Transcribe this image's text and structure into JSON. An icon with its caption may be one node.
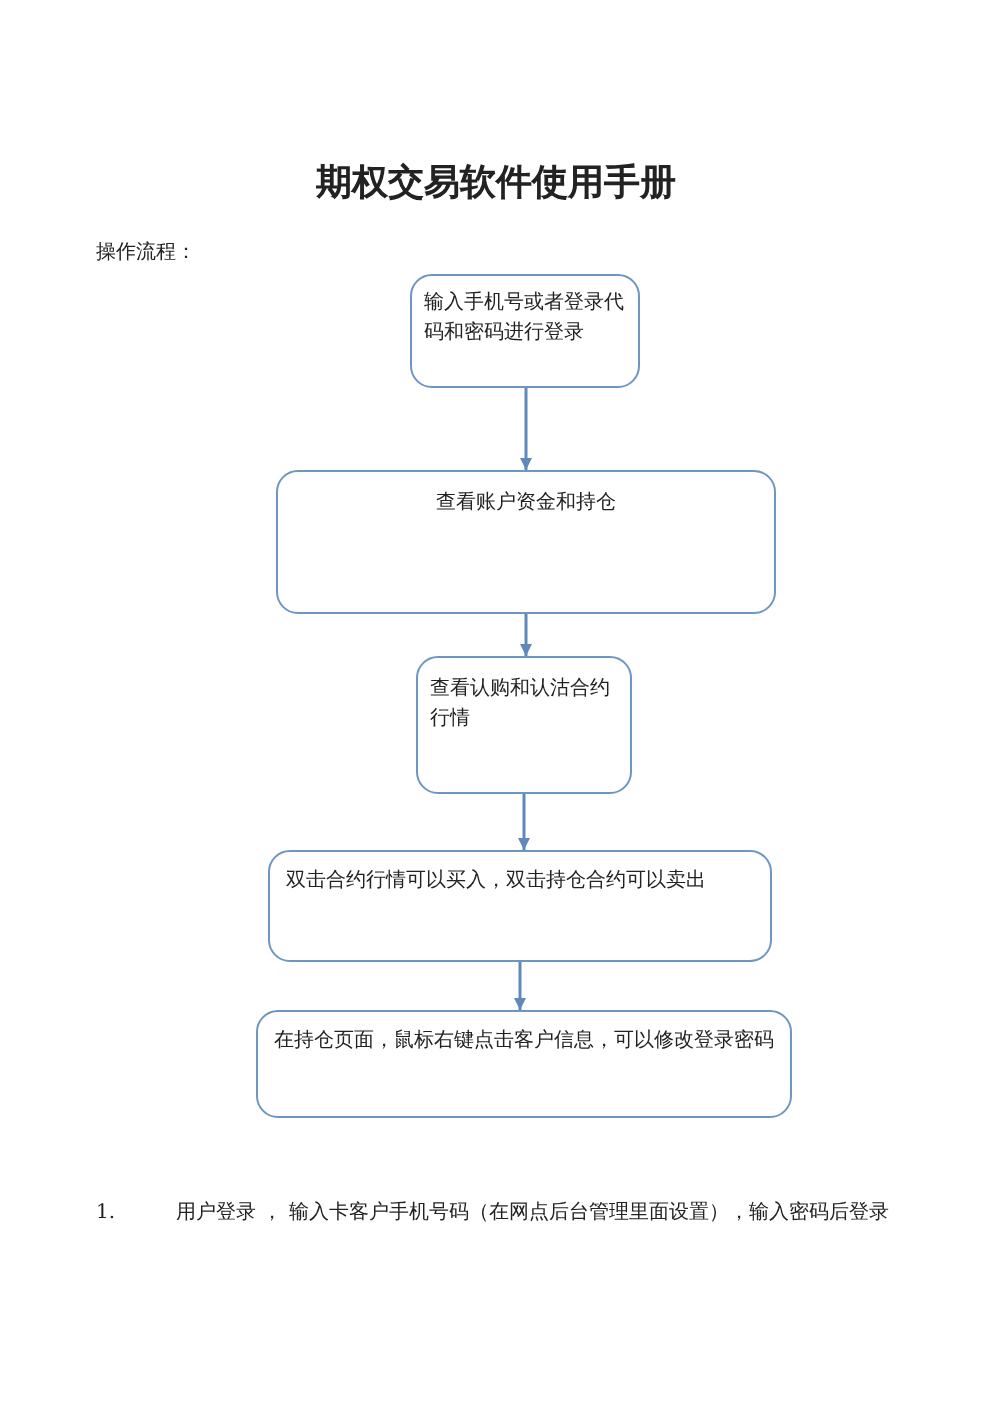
{
  "diagram": {
    "title": "期权交易软件使用手册",
    "nodes": [
      {
        "text": [
          "输入手机号或者登录代码和密码进行登录"
        ]
      },
      {
        "text": [
          "查看账户资金和持仓"
        ]
      },
      {
        "text": [
          "查看认购和认沽合约行情"
        ]
      },
      {
        "text": [
          "双击合约行情可以买入，双击持仓合约可以卖出"
        ]
      },
      {
        "text": [
          "在持仓页面，鼠标右键点击客户信息，可以修改登录密码"
        ]
      }
    ],
    "edges": [
      {
        "from": 0,
        "to": 1,
        "arrow": "to"
      },
      {
        "from": 1,
        "to": 2,
        "arrow": "to"
      },
      {
        "from": 2,
        "to": 3,
        "arrow": "to"
      },
      {
        "from": 3,
        "to": 4,
        "arrow": "to"
      }
    ],
    "labels": [
      "操作流程：",
      "1.",
      "用户登录 ， 输入卡客户手机号码（在网点后台管理里面设置），输入密码后登录"
    ]
  }
}
